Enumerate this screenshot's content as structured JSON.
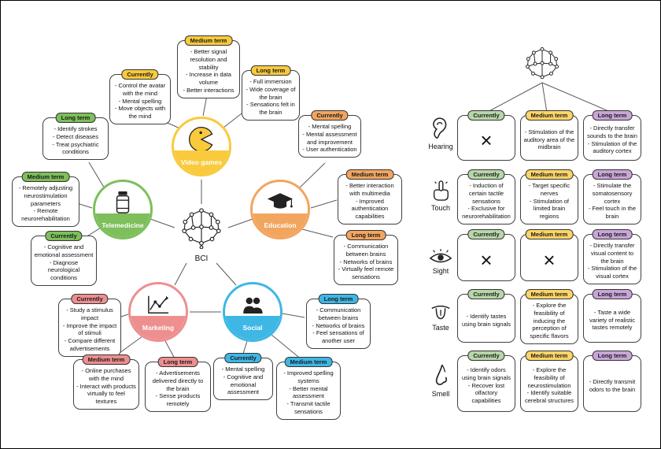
{
  "colors": {
    "videogames": "#f8ca3c",
    "telemedicine": "#7dbf5a",
    "education": "#f2a55f",
    "marketing": "#ee8f8f",
    "social": "#3eb7e5",
    "table_currently": "#b7d7a8",
    "table_medium": "#fdd567",
    "table_long": "#c9a5d8"
  },
  "center": {
    "label": "BCI"
  },
  "nodes": {
    "videogames": {
      "label": "Video games"
    },
    "telemedicine": {
      "label": "Telemedicine"
    },
    "education": {
      "label": "Education"
    },
    "marketing": {
      "label": "Marketing"
    },
    "social": {
      "label": "Social"
    }
  },
  "callouts": {
    "vg_currently": {
      "header": "Currently",
      "text": "- Control the avatar with the mind\n- Mental spelling\n- Move objects with the mind"
    },
    "vg_medium": {
      "header": "Medium term",
      "text": "- Better signal resolution and stability\n- Increase in data volume\n- Better interactions"
    },
    "vg_long": {
      "header": "Long term",
      "text": "- Full immersion\n- Wide coverage of the brain\n- Sensations felt in the brain"
    },
    "tm_long": {
      "header": "Long term",
      "text": "- Identify strokes\n- Detect diseases\n- Treat psychiatric conditions"
    },
    "tm_medium": {
      "header": "Medium term",
      "text": "- Remotely adjusting neurostimulation parameters\n- Remote neurorehabilitation"
    },
    "tm_currently": {
      "header": "Currently",
      "text": "- Cognitive and emotional assessment\n- Diagnose neurological conditions"
    },
    "mk_currently": {
      "header": "Currently",
      "text": "- Study a stimulus impact\n- Improve the impact of stimuli\n- Compare different advertisements"
    },
    "mk_medium": {
      "header": "Medium term",
      "text": "- Online purchases with the mind\n- Interact with products virtually to feel textures"
    },
    "mk_long": {
      "header": "Long term",
      "text": "- Advertisements delivered directly to the brain\n- Sense products remotely"
    },
    "so_currently": {
      "header": "Currently",
      "text": "- Mental spelling\n- Cognitive and emotional assessment"
    },
    "so_medium": {
      "header": "Medium term",
      "text": "- Improved spelling systems\n- Better mental assessment\n- Transmit tactile sensations"
    },
    "so_long": {
      "header": "Long term",
      "text": "- Communication between brains\n- Networks of brains\n- Feel sensations of another user"
    },
    "ed_currently": {
      "header": "Currently",
      "text": "- Mental spelling\n- Mental assessment and improvement\n- User authentication"
    },
    "ed_medium": {
      "header": "Medium term",
      "text": "- Better interaction with multimedia\n- Improved authentication capabilities"
    },
    "ed_long": {
      "header": "Long term",
      "text": "- Communication between brains\n- Networks of brains\n- Virtually feel remote sensations"
    }
  },
  "table": {
    "senses": {
      "hearing": {
        "label": "Hearing"
      },
      "touch": {
        "label": "Touch"
      },
      "sight": {
        "label": "Sight"
      },
      "taste": {
        "label": "Taste"
      },
      "smell": {
        "label": "Smell"
      }
    },
    "cells": {
      "hearing_currently": {
        "header": "Currently",
        "text": "×"
      },
      "hearing_medium": {
        "header": "Medium term",
        "text": "- Stimulation of the auditory area of the midbrain"
      },
      "hearing_long": {
        "header": "Long term",
        "text": "- Directly transfer sounds to the brain\n- Stimulation of the auditory cortex"
      },
      "touch_currently": {
        "header": "Currently",
        "text": "- Induction of certain tactile sensations\n- Exclusive for neurorehabilitation"
      },
      "touch_medium": {
        "header": "Medium term",
        "text": "- Target specific nerves\n- Stimulation of limited brain regions"
      },
      "touch_long": {
        "header": "Long term",
        "text": "- Stimulate the somatosensory cortex\n- Feel touch in the brain"
      },
      "sight_currently": {
        "header": "Currently",
        "text": "×"
      },
      "sight_medium": {
        "header": "Medium term",
        "text": "×"
      },
      "sight_long": {
        "header": "Long term",
        "text": "- Directly transfer visual content to the brain\n- Stimulation of the visual cortex"
      },
      "taste_currently": {
        "header": "Currently",
        "text": "- Identify tastes using brain signals"
      },
      "taste_medium": {
        "header": "Medium term",
        "text": "- Explore the feasibility of inducing the perception of specific flavors"
      },
      "taste_long": {
        "header": "Long term",
        "text": "- Taste a wide variety of realistic tastes remotely"
      },
      "smell_currently": {
        "header": "Currently",
        "text": "- Identify odors using brain signals\n- Recover lost olfactory capabilities"
      },
      "smell_medium": {
        "header": "Medium term",
        "text": "- Explore the feasibility of neurostimulation\n- Identify suitable cerebral structures"
      },
      "smell_long": {
        "header": "Long term",
        "text": "- Directly transmit odors to the brain"
      }
    }
  }
}
